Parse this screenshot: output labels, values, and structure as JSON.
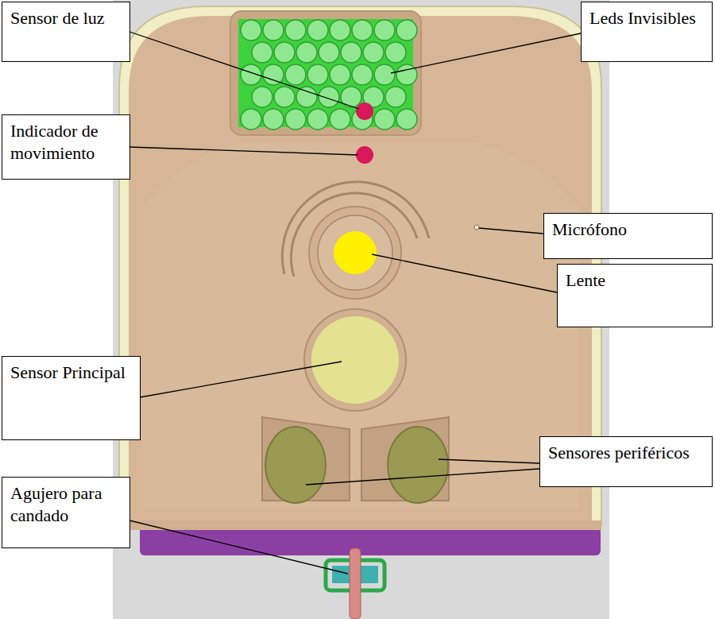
{
  "diagram": {
    "nodes": [
      {
        "text": [
          "Sensor de luz"
        ]
      },
      {
        "text": [
          "Leds Invisibles"
        ]
      },
      {
        "text": [
          "Indicador de movimiento"
        ]
      },
      {
        "text": [
          "Micrófono"
        ]
      },
      {
        "text": [
          "Lente"
        ]
      },
      {
        "text": [
          "Sensor Principal"
        ]
      },
      {
        "text": [
          "Sensores periféricos"
        ]
      },
      {
        "text": [
          "Agujero para candado"
        ]
      }
    ]
  }
}
